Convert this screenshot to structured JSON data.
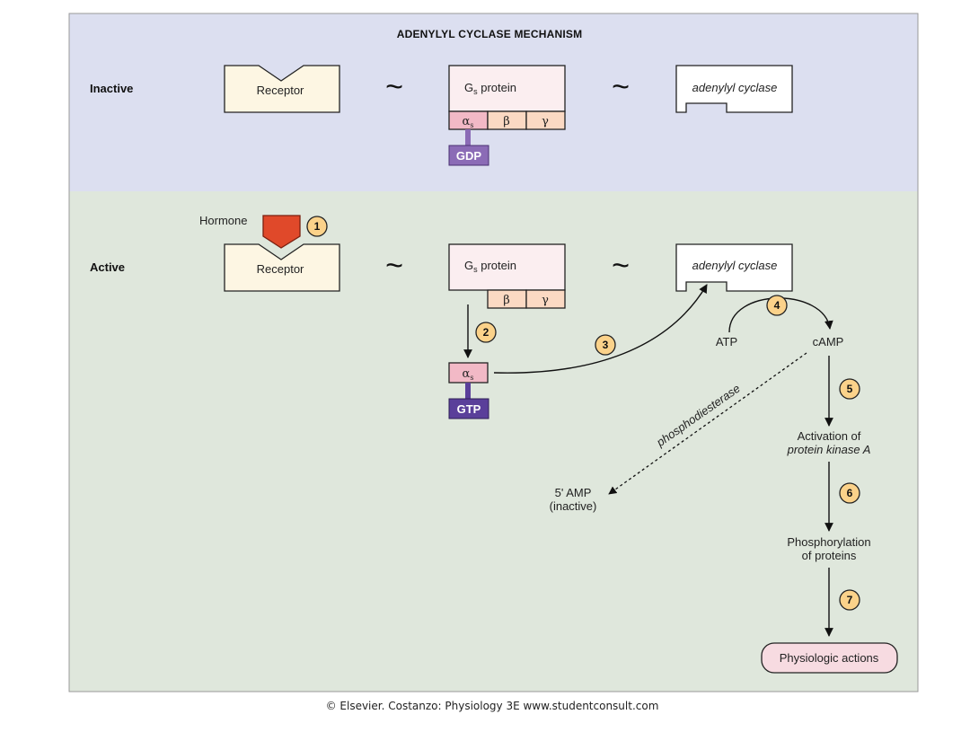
{
  "title": "ADENYLYL CYCLASE MECHANISM",
  "rows": {
    "inactive": "Inactive",
    "active": "Active"
  },
  "components": {
    "receptor": "Receptor",
    "gs_protein": "Gs protein",
    "gs_g": "G",
    "gs_sub": "s",
    "gs_rest": " protein",
    "adenylyl_cyclase": "adenylyl cyclase",
    "alpha": "α",
    "alpha_sub": "s",
    "beta": "β",
    "gamma": "γ",
    "gdp": "GDP",
    "gtp": "GTP",
    "hormone": "Hormone",
    "tilde": "~"
  },
  "steps": [
    "1",
    "2",
    "3",
    "4",
    "5",
    "6",
    "7"
  ],
  "pathway": {
    "atp": "ATP",
    "camp": "cAMP",
    "phosphodiesterase": "phosphodiesterase",
    "amp_line1": "5' AMP",
    "amp_line2": "(inactive)",
    "pka_line1": "Activation of",
    "pka_line2": "protein kinase A",
    "phos_line1": "Phosphorylation",
    "phos_line2": "of proteins",
    "physiologic": "Physiologic actions"
  },
  "copyright": "© Elsevier. Costanzo: Physiology 3E www.studentconsult.com",
  "colors": {
    "inactive_bg": "#dcdff0",
    "active_bg": "#dfe7dc",
    "box_fill": "#fdf6e3",
    "gs_fill": "#fbeef0",
    "alpha_fill": "#f2b9c6",
    "beta_gamma_fill": "#fbd9c3",
    "gdp_fill": "#8b6bb6",
    "gtp_fill": "#5a3f9a",
    "hormone_fill": "#e0492a",
    "step_fill": "#fbd28a",
    "physio_fill": "#f7dbe1"
  }
}
